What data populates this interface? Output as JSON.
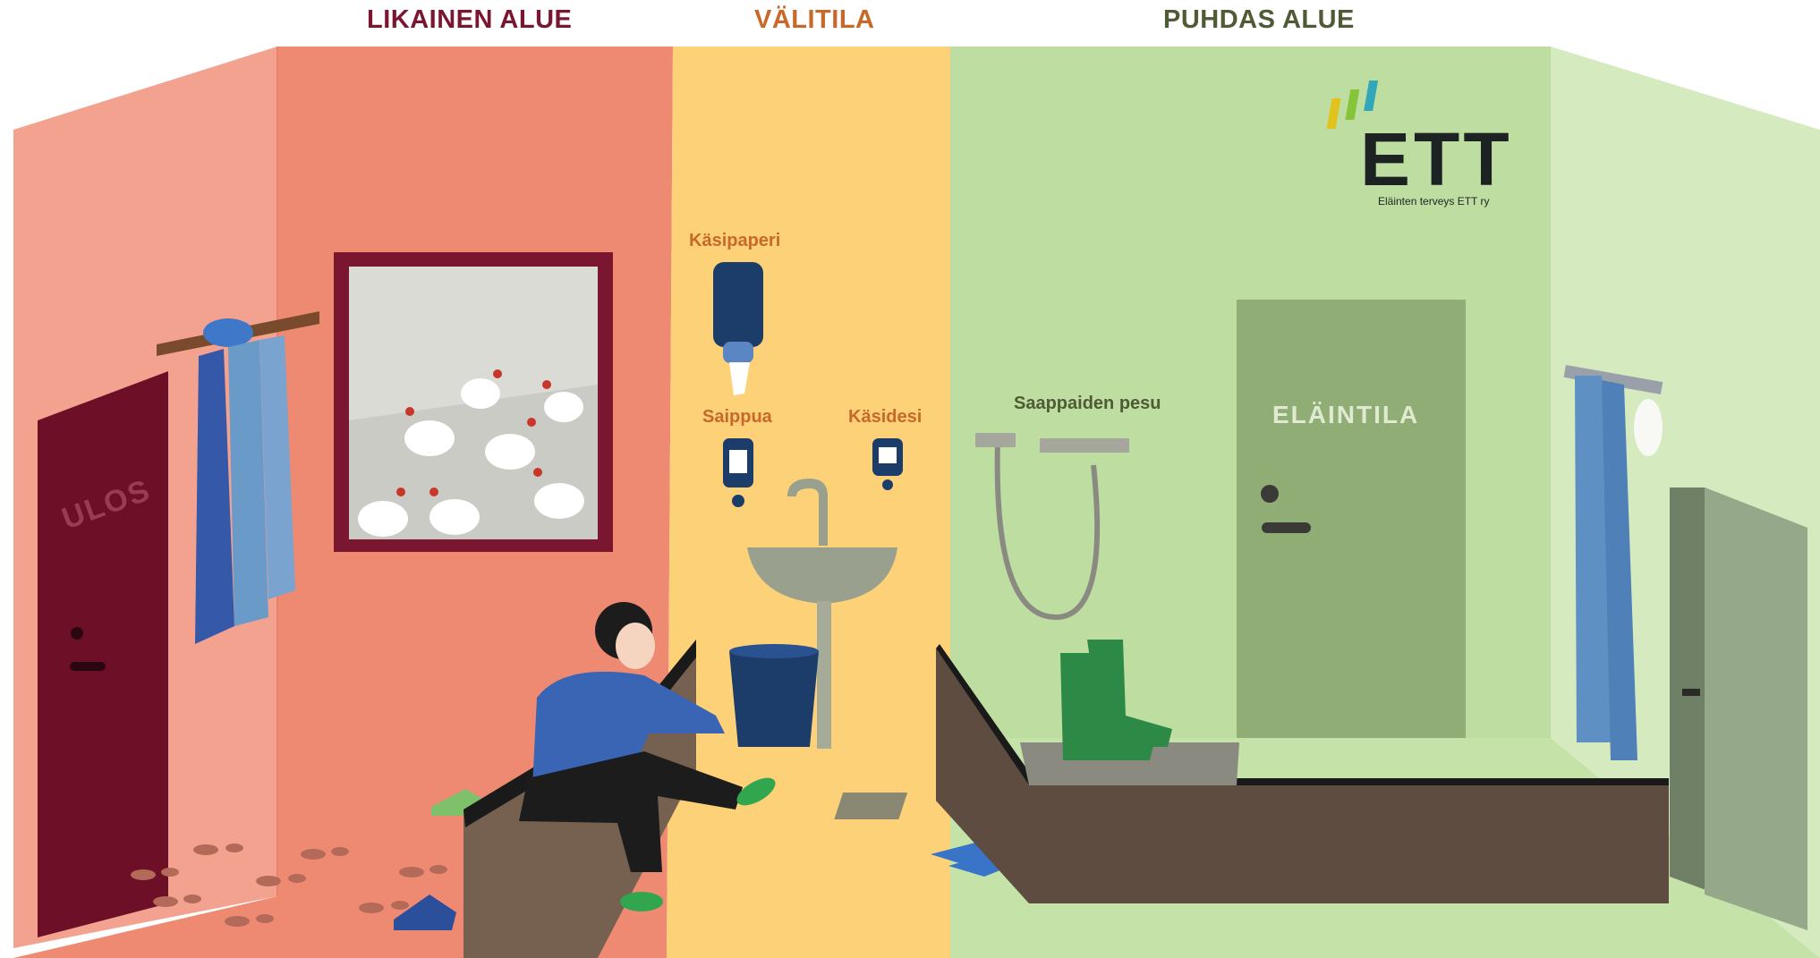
{
  "zones": {
    "dirty": {
      "title": "LIKAINEN ALUE",
      "color": "#7a1630"
    },
    "intermediate": {
      "title": "VÄLITILA",
      "color": "#c8692a"
    },
    "clean": {
      "title": "PUHDAS ALUE",
      "color": "#4e5b34"
    }
  },
  "labels": {
    "hand_paper": "Käsipaperi",
    "soap": "Saippua",
    "hand_sanitizer": "Käsidesi",
    "boot_wash": "Saappaiden pesu"
  },
  "doors": {
    "exit": "ULOS",
    "animal_room": "ELÄINTILA"
  },
  "logo": {
    "name": "ETT",
    "subtitle": "Eläinten terveys ETT ry"
  },
  "colors": {
    "dirty_wall": "#ef8a72",
    "dirty_side": "#f4a290",
    "intermediate_wall": "#fcd177",
    "clean_wall": "#bedea1",
    "clean_side": "#d6eac0",
    "door_exit": "#6e0f28",
    "door_animal": "#8fad75"
  }
}
